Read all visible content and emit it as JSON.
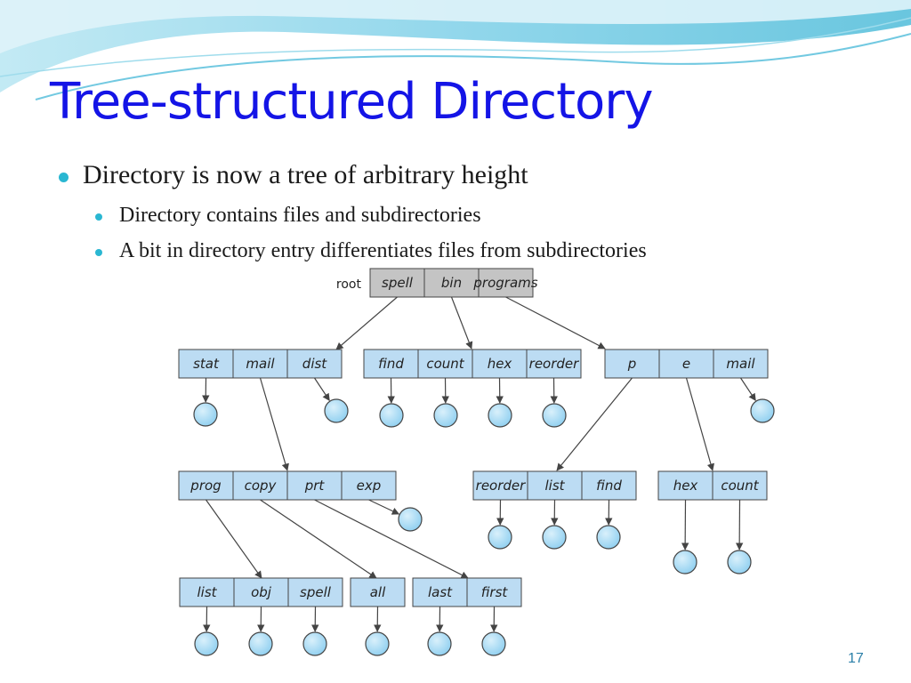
{
  "slide": {
    "title": "Tree-structured Directory",
    "bullets": [
      "Directory is now a tree of arbitrary height",
      "Directory contains files and subdirectories",
      "A bit in directory entry differentiates files from subdirectories"
    ],
    "slide_number": "17",
    "accent_color": "#2ab7d2",
    "title_color": "#1414e6"
  },
  "diagram": {
    "root_label": "root",
    "colors": {
      "root_fill": "#c4c4c4",
      "dir_fill": "#bcdcf3",
      "file_fill": "#8fcff0",
      "stroke": "#444444"
    },
    "directories": [
      {
        "id": "root",
        "entries": [
          "spell",
          "bin",
          "programs"
        ]
      },
      {
        "id": "d1",
        "entries": [
          "stat",
          "mail",
          "dist"
        ]
      },
      {
        "id": "d2",
        "entries": [
          "find",
          "count",
          "hex",
          "reorder"
        ]
      },
      {
        "id": "d3",
        "entries": [
          "p",
          "e",
          "mail"
        ]
      },
      {
        "id": "d4",
        "entries": [
          "prog",
          "copy",
          "prt",
          "exp"
        ]
      },
      {
        "id": "d5",
        "entries": [
          "reorder",
          "list",
          "find"
        ]
      },
      {
        "id": "d6",
        "entries": [
          "hex",
          "count"
        ]
      },
      {
        "id": "d7",
        "entries": [
          "list",
          "obj",
          "spell"
        ]
      },
      {
        "id": "d8",
        "entries": [
          "all"
        ]
      },
      {
        "id": "d9",
        "entries": [
          "last",
          "first"
        ]
      }
    ],
    "links": [
      {
        "from": "root.0",
        "to": "dir:d1"
      },
      {
        "from": "root.1",
        "to": "dir:d2"
      },
      {
        "from": "root.2",
        "to": "dir:d3"
      },
      {
        "from": "d1.0",
        "to": "file"
      },
      {
        "from": "d1.1",
        "to": "dir:d4"
      },
      {
        "from": "d1.2",
        "to": "file"
      },
      {
        "from": "d2.0",
        "to": "file"
      },
      {
        "from": "d2.1",
        "to": "file"
      },
      {
        "from": "d2.2",
        "to": "file"
      },
      {
        "from": "d2.3",
        "to": "file"
      },
      {
        "from": "d3.0",
        "to": "dir:d5"
      },
      {
        "from": "d3.1",
        "to": "dir:d6"
      },
      {
        "from": "d3.2",
        "to": "file"
      },
      {
        "from": "d4.0",
        "to": "dir:d7"
      },
      {
        "from": "d4.1",
        "to": "dir:d8"
      },
      {
        "from": "d4.2",
        "to": "dir:d9"
      },
      {
        "from": "d4.3",
        "to": "file"
      },
      {
        "from": "d5.0",
        "to": "file"
      },
      {
        "from": "d5.1",
        "to": "file"
      },
      {
        "from": "d5.2",
        "to": "file"
      },
      {
        "from": "d6.0",
        "to": "file"
      },
      {
        "from": "d6.1",
        "to": "file"
      },
      {
        "from": "d7.0",
        "to": "file"
      },
      {
        "from": "d7.1",
        "to": "file"
      },
      {
        "from": "d7.2",
        "to": "file"
      },
      {
        "from": "d8.0",
        "to": "file"
      },
      {
        "from": "d9.0",
        "to": "file"
      },
      {
        "from": "d9.1",
        "to": "file"
      }
    ]
  }
}
